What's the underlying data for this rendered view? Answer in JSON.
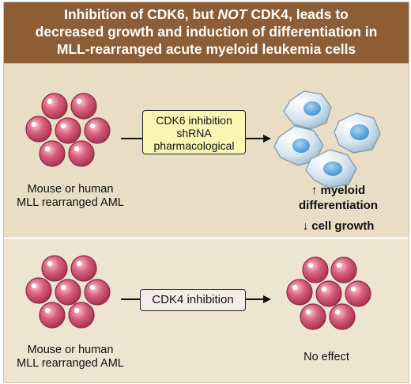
{
  "title": {
    "line1_a": "Inhibition of CDK6, but ",
    "line1_not": "NOT",
    "line1_b": " CDK4,  leads to",
    "line2": "decreased growth and induction of differentiation in",
    "line3": "MLL-rearranged acute myeloid leukemia cells"
  },
  "top_panel": {
    "source_label": [
      "Mouse or human",
      "MLL rearranged AML"
    ],
    "treatment_box": [
      "CDK6 inhibition",
      "shRNA",
      "pharmacological"
    ],
    "outcome": [
      "↑ myeloid",
      "differentiation",
      "↓ cell growth"
    ]
  },
  "bottom_panel": {
    "source_label": [
      "Mouse or human",
      "MLL rearranged AML"
    ],
    "treatment_box": "CDK4 inhibition",
    "outcome": "No effect"
  },
  "colors": {
    "header": "#8d5d36",
    "background": "#e9ddc6",
    "cell": "#c94d6a",
    "treatment_box_cdk6": "#fbf5b4",
    "differentiated_cell": "#c9dcec",
    "nucleus": "#5aa8dd"
  }
}
